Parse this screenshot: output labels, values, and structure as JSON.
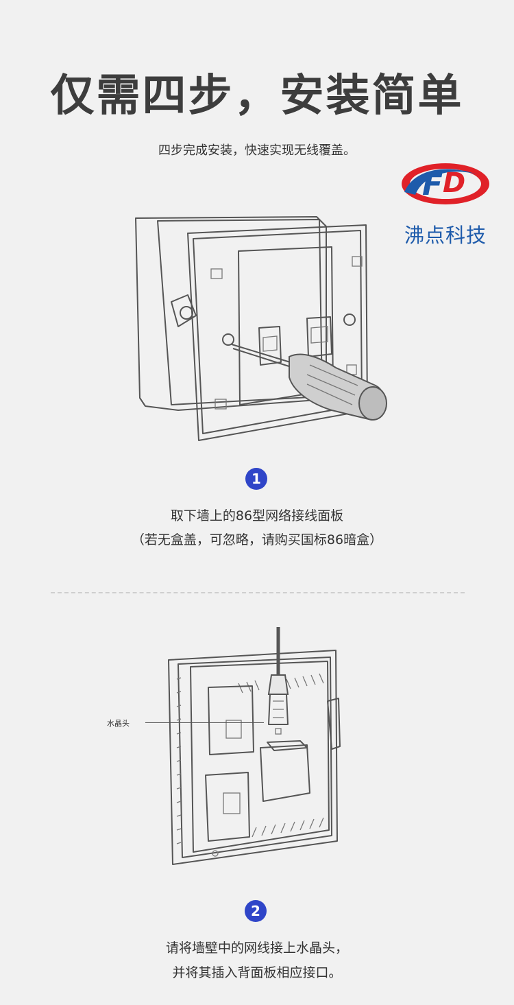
{
  "header": {
    "title": "仅需四步，安装简单",
    "subtitle": "四步完成安装，快速实现无线覆盖。"
  },
  "logo": {
    "mark": "FD",
    "name": "沸点科技",
    "colors": {
      "red": "#e02128",
      "blue": "#1e5bab"
    }
  },
  "steps": [
    {
      "number": "1",
      "line1": "取下墙上的86型网络接线面板",
      "line2": "（若无盒盖，可忽略，请购买国标86暗盒）"
    },
    {
      "number": "2",
      "line1": "请将墙壁中的网线接上水晶头，",
      "line2": "并将其插入背面板相应接口。"
    }
  ],
  "callout": {
    "label": "水晶头"
  },
  "accent_color": "#2f45c8"
}
